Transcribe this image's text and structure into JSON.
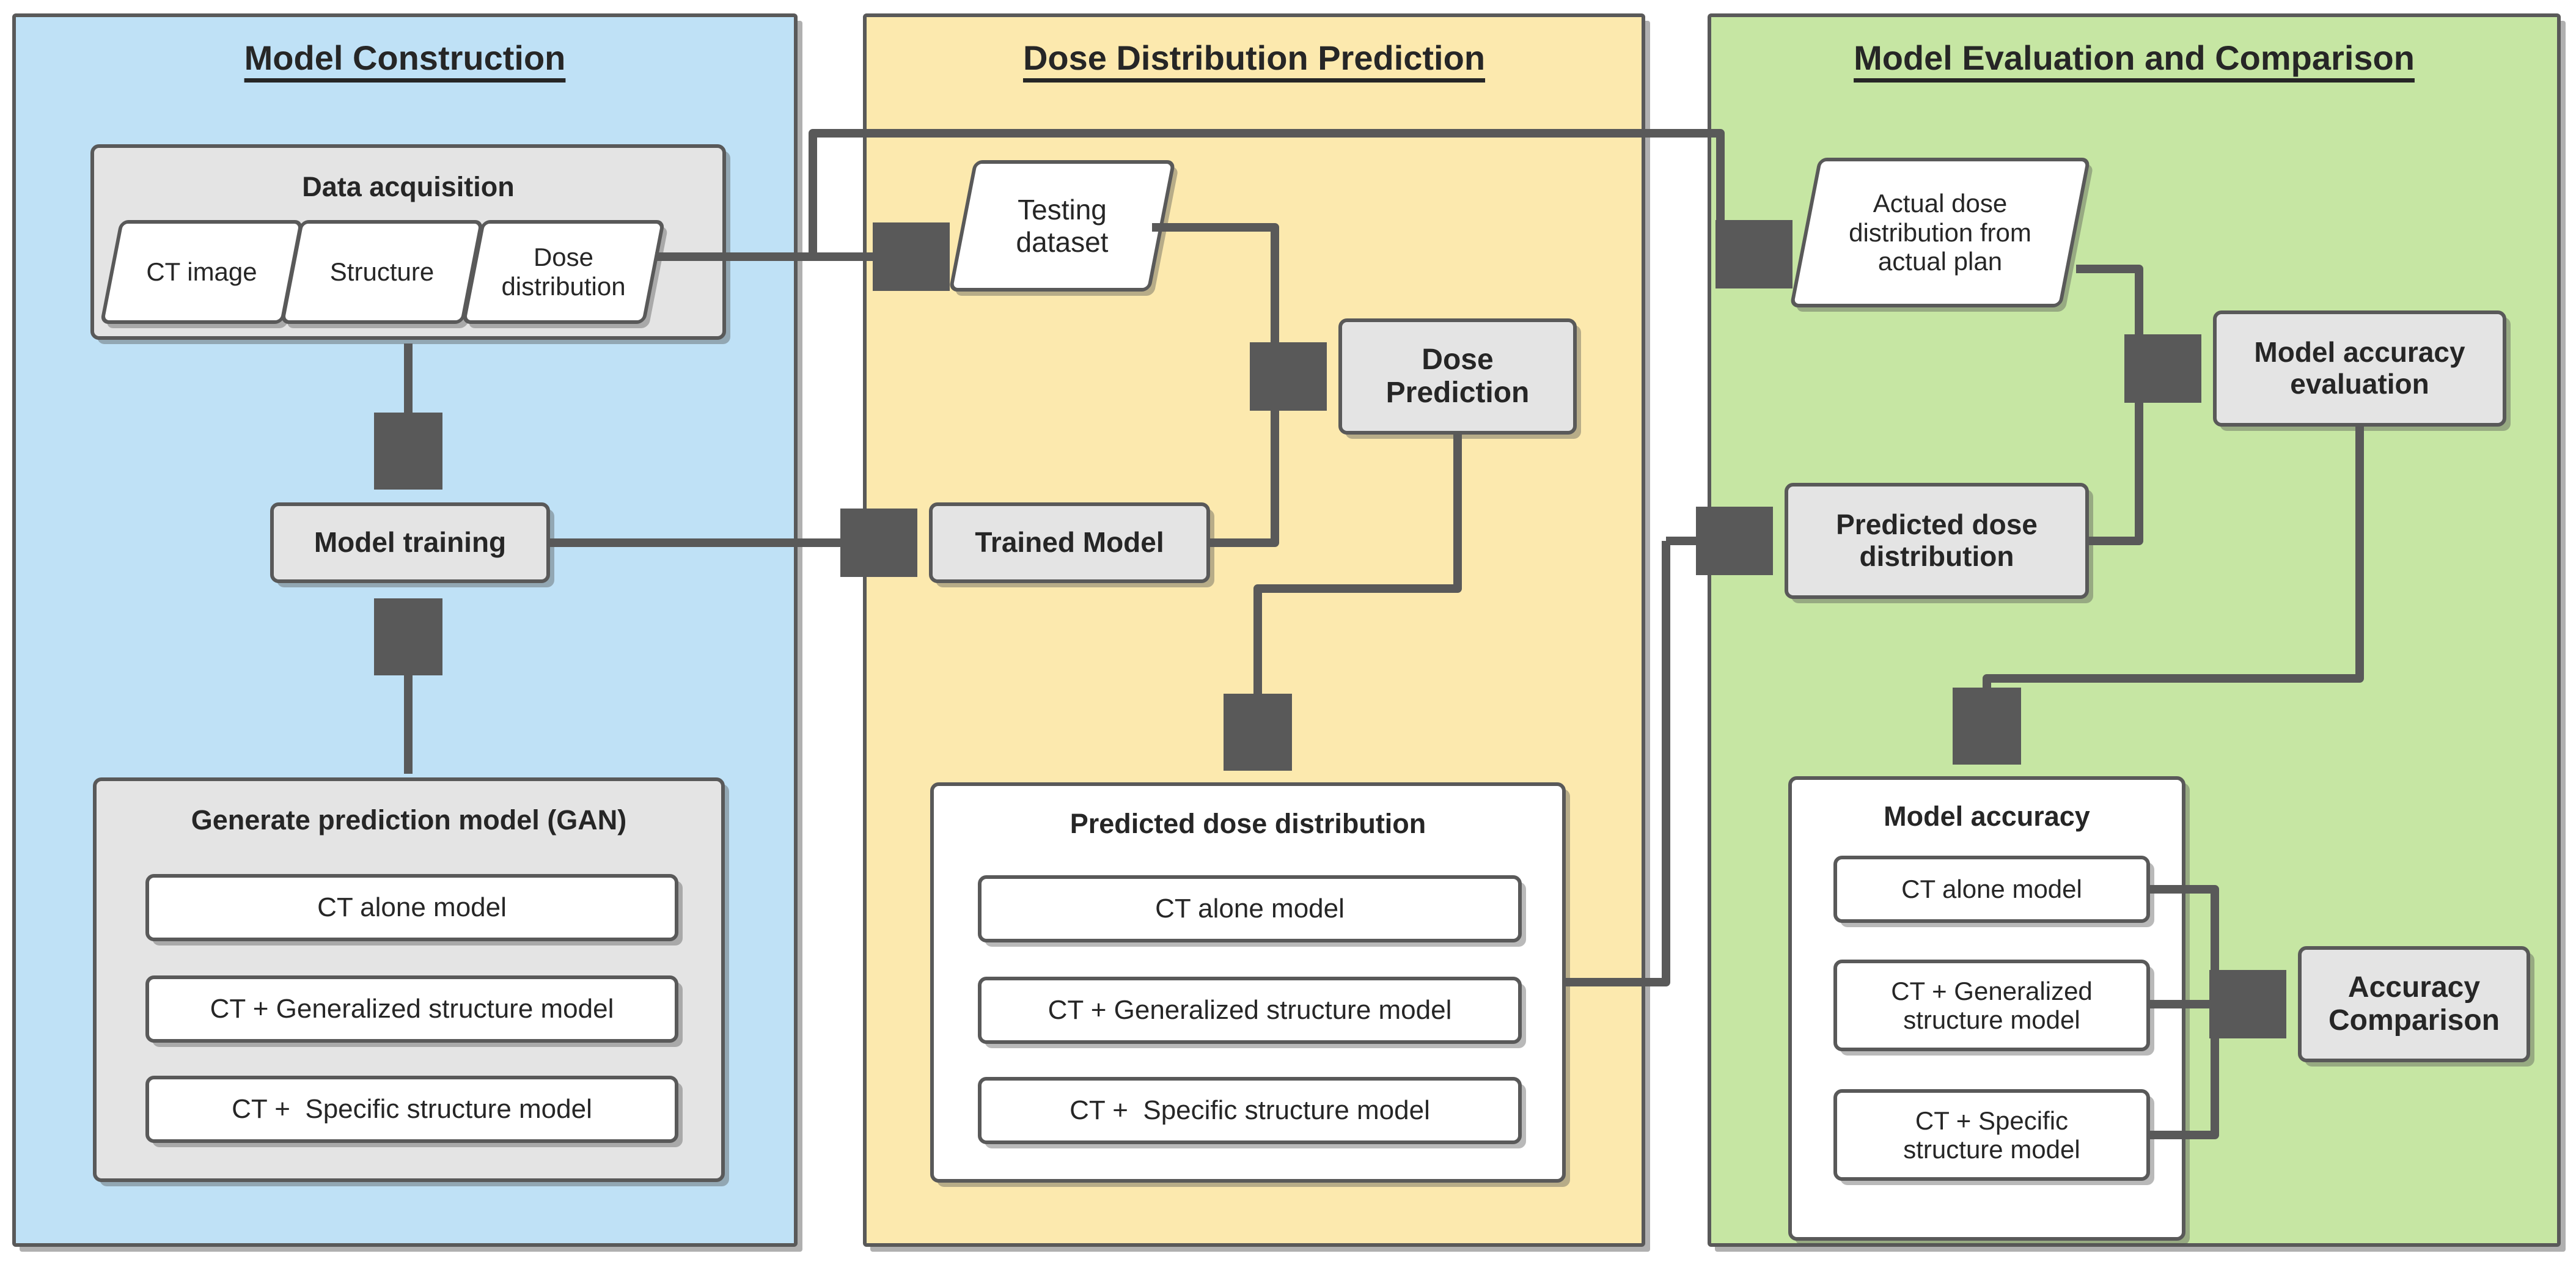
{
  "panels": {
    "left": {
      "title": "Model Construction",
      "color": "#bfe1f6"
    },
    "mid": {
      "title": "Dose Distribution Prediction",
      "color": "#fce9ae"
    },
    "right": {
      "title": "Model Evaluation and Comparison",
      "color": "#c6e6a3"
    }
  },
  "left_panel": {
    "data_acquisition": {
      "title": "Data acquisition",
      "items": [
        {
          "label": "CT image"
        },
        {
          "label": "Structure"
        },
        {
          "label": "Dose\ndistribution"
        }
      ]
    },
    "model_training": "Model training",
    "gan": {
      "title": "Generate prediction model (GAN)",
      "models": [
        "CT alone model",
        "CT + Generalized structure model",
        "CT +  Specific structure model"
      ]
    }
  },
  "mid_panel": {
    "testing_dataset": "Testing\ndataset",
    "trained_model": "Trained Model",
    "dose_prediction": "Dose\nPrediction",
    "predicted": {
      "title": "Predicted dose distribution",
      "models": [
        "CT alone model",
        "CT + Generalized structure model",
        "CT +  Specific structure model"
      ]
    }
  },
  "right_panel": {
    "actual_dose": "Actual dose\ndistribution from\nactual plan",
    "predicted_dose": "Predicted dose\ndistribution",
    "model_accuracy_evaluation": "Model accuracy\nevaluation",
    "model_accuracy": {
      "title": "Model accuracy",
      "models": [
        "CT alone model",
        "CT + Generalized\nstructure model",
        "CT +  Specific\nstructure model"
      ]
    },
    "accuracy_comparison": "Accuracy\nComparison"
  },
  "colors": {
    "stroke": "#595959",
    "node_gray": "#e4e4e4",
    "node_white": "#ffffff",
    "text": "#262626"
  }
}
